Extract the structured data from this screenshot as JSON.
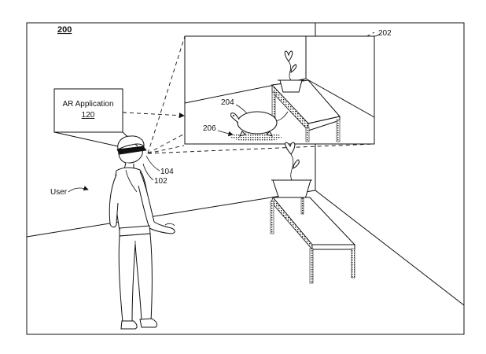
{
  "figure": {
    "number": "200",
    "app_box_line1": "AR Application",
    "app_box_line2": "120",
    "user_label": "User",
    "ref_202": "202",
    "ref_204": "204",
    "ref_206": "206",
    "ref_104": "104",
    "ref_102": "102"
  }
}
